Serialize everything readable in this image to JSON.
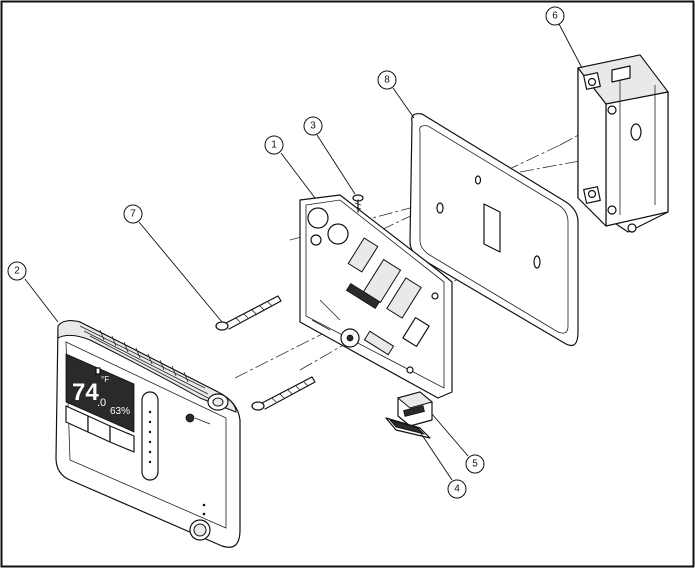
{
  "callouts": [
    {
      "id": "1",
      "label": "1"
    },
    {
      "id": "2",
      "label": "2"
    },
    {
      "id": "3",
      "label": "3"
    },
    {
      "id": "4",
      "label": "4"
    },
    {
      "id": "5",
      "label": "5"
    },
    {
      "id": "6",
      "label": "6"
    },
    {
      "id": "7",
      "label": "7"
    },
    {
      "id": "8",
      "label": "8"
    }
  ],
  "display": {
    "temperature": "74",
    "unit": "°F",
    "decimal": ".0",
    "humidity": "63%"
  },
  "colors": {
    "line": "#111111",
    "background": "#ffffff",
    "screen": "#2a2a2a"
  }
}
